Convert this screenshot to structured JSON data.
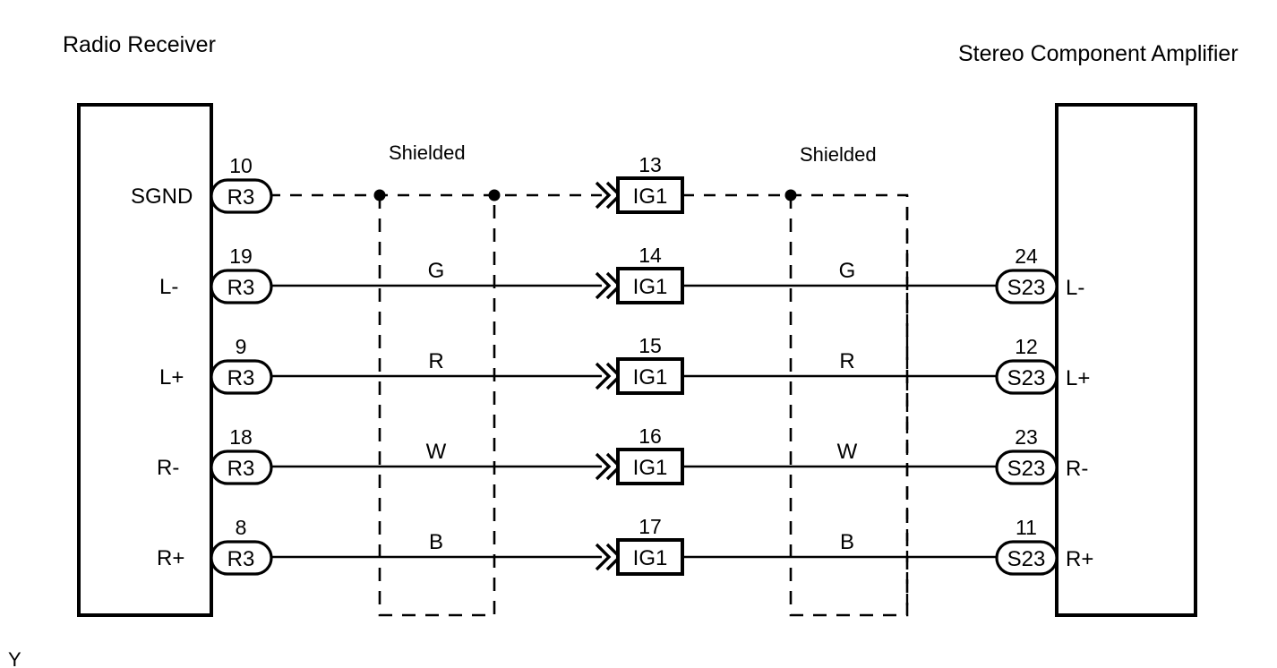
{
  "diagram": {
    "title_left": "Radio Receiver",
    "title_right": "Stereo Component Amplifier",
    "corner_note": "Y",
    "shield_label_left": "Shielded",
    "shield_label_right": "Shielded",
    "colors": {
      "line": "#000000",
      "background": "#ffffff"
    },
    "left_connector_code": "R3",
    "middle_connector_code": "IG1",
    "right_connector_code": "S23"
  },
  "rows": [
    {
      "signal_left": "SGND",
      "signal_right": "",
      "left_pin": "10",
      "left_code": "R3",
      "mid_pin": "13",
      "mid_code": "IG1",
      "right_pin": "",
      "right_code": "",
      "wire_color_left": "",
      "wire_color_right": "",
      "wire_style": "dashed"
    },
    {
      "signal_left": "L-",
      "signal_right": "L-",
      "left_pin": "19",
      "left_code": "R3",
      "mid_pin": "14",
      "mid_code": "IG1",
      "right_pin": "24",
      "right_code": "S23",
      "wire_color_left": "G",
      "wire_color_right": "G",
      "wire_style": "solid"
    },
    {
      "signal_left": "L+",
      "signal_right": "L+",
      "left_pin": "9",
      "left_code": "R3",
      "mid_pin": "15",
      "mid_code": "IG1",
      "right_pin": "12",
      "right_code": "S23",
      "wire_color_left": "R",
      "wire_color_right": "R",
      "wire_style": "solid"
    },
    {
      "signal_left": "R-",
      "signal_right": "R-",
      "left_pin": "18",
      "left_code": "R3",
      "mid_pin": "16",
      "mid_code": "IG1",
      "right_pin": "23",
      "right_code": "S23",
      "wire_color_left": "W",
      "wire_color_right": "W",
      "wire_style": "solid"
    },
    {
      "signal_left": "R+",
      "signal_right": "R+",
      "left_pin": "8",
      "left_code": "R3",
      "mid_pin": "17",
      "mid_code": "IG1",
      "right_pin": "11",
      "right_code": "S23",
      "wire_color_left": "B",
      "wire_color_right": "B",
      "wire_style": "solid"
    }
  ]
}
